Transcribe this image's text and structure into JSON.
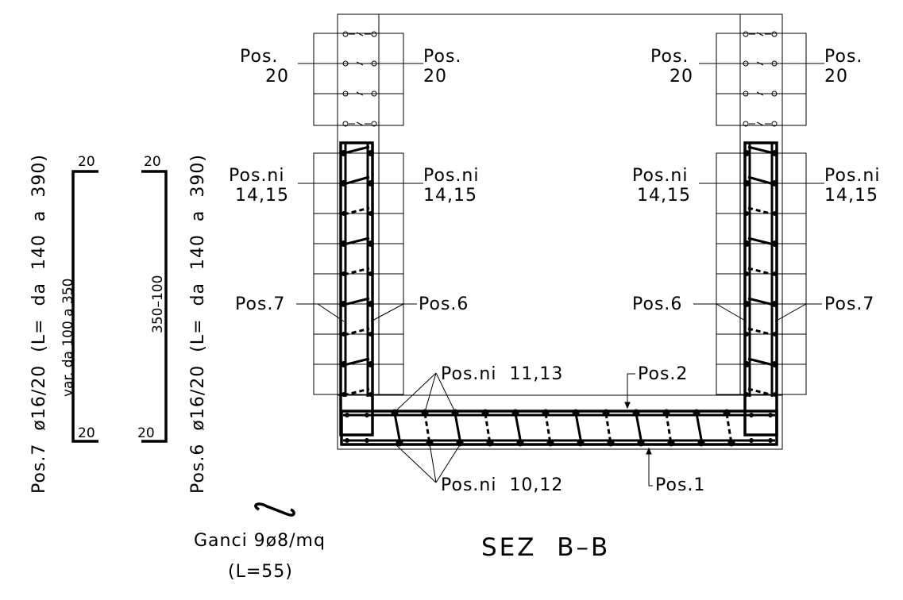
{
  "labels": {
    "pos20": "Pos.",
    "pos20_num": "20",
    "posni": "Pos.ni",
    "posni_1415": "14,15",
    "pos7": "Pos.7",
    "pos6": "Pos.6",
    "posni_1113": "Pos.ni  11,13",
    "posni_1012": "Pos.ni  10,12",
    "pos2": "Pos.2",
    "pos1": "Pos.1"
  },
  "left_bars": {
    "pos7_text": "Pos.7  ø16/20  (L=  da  140  a  390)",
    "pos6_text": "Pos.6  ø16/20  (L=  da  140  a  390)",
    "var_text": "var. da 100 a 350",
    "range_text": "350–100",
    "hook_top_7": "20",
    "hook_bottom_7": "20",
    "hook_top_6": "20",
    "hook_bottom_6": "20"
  },
  "ganci": {
    "line1": "Ganci 9ø8/mq",
    "line2": "(L=55)"
  },
  "title": "SEZ  B–B"
}
